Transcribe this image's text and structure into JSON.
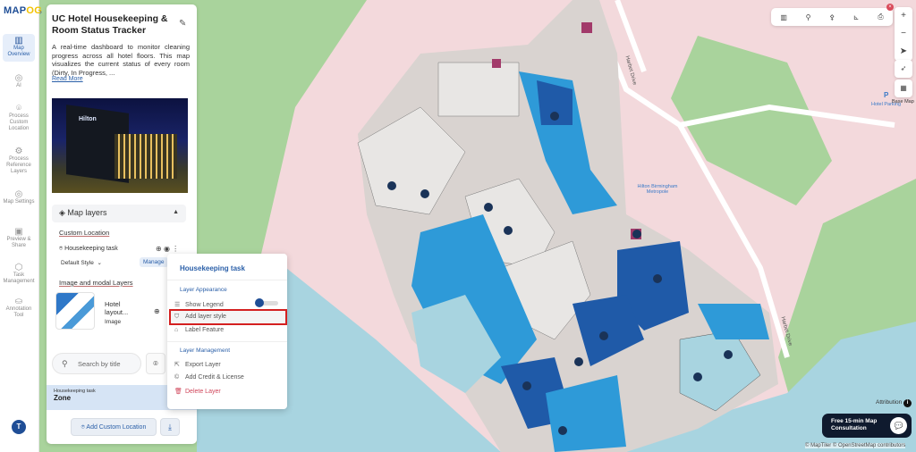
{
  "app": {
    "logo": "MAPOG"
  },
  "rail": {
    "items": [
      {
        "label": "Map Overview",
        "icon": "map-icon",
        "active": true
      },
      {
        "label": "AI",
        "icon": "ai-icon"
      },
      {
        "label": "Process Custom Location",
        "icon": "location-pin-icon"
      },
      {
        "label": "Process Reference Layers",
        "icon": "gear-icon"
      },
      {
        "label": "Map Settings",
        "icon": "settings-icon"
      },
      {
        "label": "Preview & Share",
        "icon": "preview-icon"
      },
      {
        "label": "Task Management",
        "icon": "task-icon"
      },
      {
        "label": "Annotation Tool",
        "icon": "paint-bucket-icon"
      }
    ],
    "avatar": "T"
  },
  "panel": {
    "title": "UC Hotel Housekeeping & Room Status Tracker",
    "description": "A real-time dashboard to monitor cleaning progress across all hotel floors. This map visualizes the current status of every room (Dirty, In Progress, ...",
    "read_more": "Read More",
    "photo_sign": "Hilton",
    "map_layers": "Map layers",
    "custom_location": "Custom Location",
    "layer_name": "Housekeeping task",
    "style_select": "Default Style",
    "manage": "Manage",
    "image_layers": "Image and modal Layers",
    "image_layer_name": "Hotel layout...",
    "image_layer_type": "Image",
    "search_placeholder": "Search by title",
    "zone_layer": "Housekeeping task",
    "zone_label": "Zone",
    "add_custom_location": "Add Custom Location"
  },
  "menu": {
    "title": "Housekeeping task",
    "appearance": "Layer Appearance",
    "show_legend": "Show Legend",
    "show_legend_on": false,
    "add_layer_style": "Add layer style",
    "label_feature": "Label Feature",
    "management": "Layer Management",
    "export_layer": "Export Layer",
    "add_credit": "Add Credit & License",
    "delete_layer": "Delete Layer"
  },
  "map": {
    "labels": {
      "hotel": "Hilton Birmingham Metropole",
      "parking": "Hotel Parking",
      "road1": "Harbet Drive",
      "road2": "Harbet Drive",
      "base_map": "Base Map"
    },
    "attribution": "Attribution",
    "consult": "Free 15-min Map Consultation",
    "copyright": "© MapTiler © OpenStreetMap contributors",
    "colors": {
      "land": "#f3d9dc",
      "park": "#a9d39c",
      "water": "#a8d4e0",
      "building_dark": "#1f5aa8",
      "building_mid": "#2e9ad8",
      "building_light": "#e8e6e4"
    }
  }
}
